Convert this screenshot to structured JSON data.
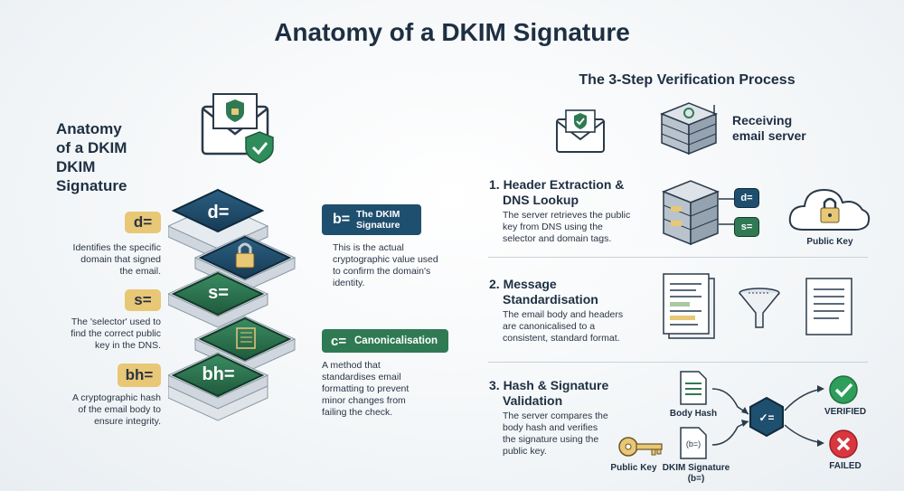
{
  "title": "Anatomy of a DKIM Signature",
  "left": {
    "title_lines": [
      "Anatomy",
      "of a DKIM",
      "DKIM",
      "Signature"
    ],
    "tags": {
      "d": {
        "label": "d=",
        "desc": [
          "Identifies the specific",
          "domain that signed",
          "the email."
        ]
      },
      "s": {
        "label": "s=",
        "desc": [
          "The 'selector' used to",
          "find the correct public",
          "key in the DNS."
        ]
      },
      "bh": {
        "label": "bh=",
        "desc": [
          "A cryptographic hash",
          "of the email body to",
          "ensure integrity."
        ]
      },
      "b": {
        "label": "b=",
        "title_lines": [
          "The DKIM",
          "Signature"
        ],
        "desc": [
          "This is the actual",
          "cryptographic value used",
          "to confirm the domain's",
          "identity."
        ]
      },
      "c": {
        "label": "c=",
        "title": "Canonicalisation",
        "desc": [
          "A method that",
          "standardises email",
          "formatting to prevent",
          "minor changes from",
          "failing the check."
        ]
      }
    },
    "stack_labels": {
      "d": "d=",
      "s": "s=",
      "bh": "bh="
    }
  },
  "right": {
    "title": "The 3-Step Verification Process",
    "receiving_server": [
      "Receiving",
      "email server"
    ],
    "steps": [
      {
        "title_lines": [
          "1. Header Extraction &",
          "DNS Lookup"
        ],
        "desc": [
          "The server retrieves the public",
          "key from DNS using the",
          "selector and domain tags."
        ]
      },
      {
        "title_lines": [
          "2. Message",
          "Standardisation"
        ],
        "desc": [
          "The email body and headers",
          "are canonicalised to a",
          "consistent, standard format."
        ]
      },
      {
        "title_lines": [
          "3. Hash & Signature",
          "Validation"
        ],
        "desc": [
          "The server compares the",
          "body hash and verifies",
          "the signature using the",
          "public key."
        ]
      }
    ],
    "server_tags": {
      "d": "d=",
      "s": "s="
    },
    "public_key": "Public Key",
    "body_hash": "Body Hash",
    "doc_b": "(b=)",
    "public_key_bottom": "Public Key",
    "dkim_signature": [
      "DKIM Signature",
      "(b=)"
    ],
    "verified": "VERIFIED",
    "failed": "FAILED"
  },
  "colors": {
    "navy": "#1f4f6e",
    "green": "#2f7a53",
    "yellow": "#e8c776",
    "verified": "#2e9e5b",
    "failed": "#d9363e"
  }
}
